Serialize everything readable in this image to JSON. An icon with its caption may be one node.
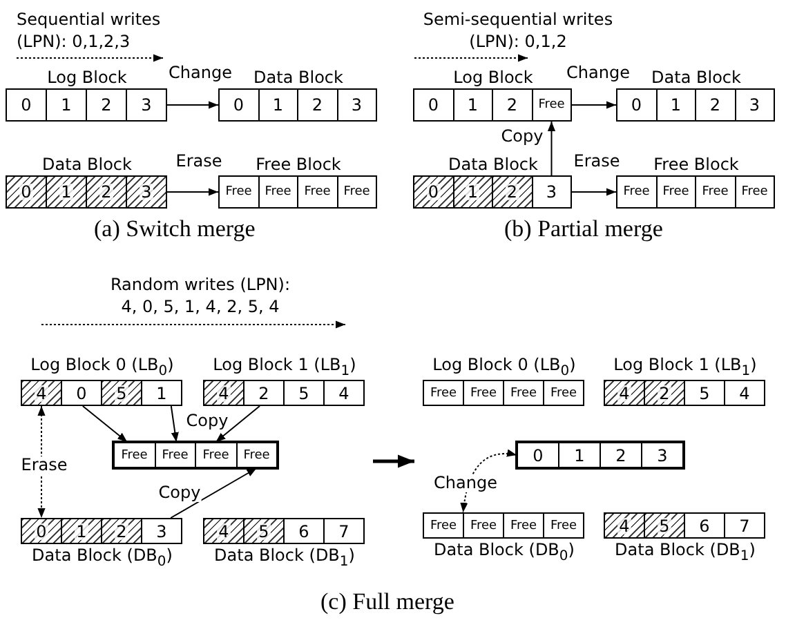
{
  "diagram": {
    "nodes": [
      {
        "text": [
          "Log Block"
        ]
      },
      {
        "text": [
          "0"
        ],
        "in": 0
      },
      {
        "text": [
          "1"
        ],
        "in": 0
      },
      {
        "text": [
          "2"
        ],
        "in": 0
      },
      {
        "text": [
          "3"
        ],
        "in": 0
      },
      {
        "text": [
          "Data Block"
        ]
      },
      {
        "text": [
          "0"
        ],
        "in": 5
      },
      {
        "text": [
          "1"
        ],
        "in": 5
      },
      {
        "text": [
          "2"
        ],
        "in": 5
      },
      {
        "text": [
          "3"
        ],
        "in": 5
      },
      {
        "text": [
          "Data Block"
        ]
      },
      {
        "text": [
          "0"
        ],
        "in": 10
      },
      {
        "text": [
          "1"
        ],
        "in": 10
      },
      {
        "text": [
          "2"
        ],
        "in": 10
      },
      {
        "text": [
          "3"
        ],
        "in": 10
      },
      {
        "text": [
          "Free Block"
        ]
      },
      {
        "text": [
          "Free"
        ],
        "in": 15
      },
      {
        "text": [
          "Free"
        ],
        "in": 15
      },
      {
        "text": [
          "Free"
        ],
        "in": 15
      },
      {
        "text": [
          "Free"
        ],
        "in": 15
      },
      {
        "text": [
          "Log Block"
        ]
      },
      {
        "text": [
          "0"
        ],
        "in": 20
      },
      {
        "text": [
          "1"
        ],
        "in": 20
      },
      {
        "text": [
          "2"
        ],
        "in": 20
      },
      {
        "text": [
          "Free"
        ],
        "in": 20
      },
      {
        "text": [
          "Data Block"
        ]
      },
      {
        "text": [
          "0"
        ],
        "in": 25
      },
      {
        "text": [
          "1"
        ],
        "in": 25
      },
      {
        "text": [
          "2"
        ],
        "in": 25
      },
      {
        "text": [
          "3"
        ],
        "in": 25
      },
      {
        "text": [
          "Data Block"
        ]
      },
      {
        "text": [
          "0"
        ],
        "in": 30
      },
      {
        "text": [
          "1"
        ],
        "in": 30
      },
      {
        "text": [
          "2"
        ],
        "in": 30
      },
      {
        "text": [
          "3"
        ],
        "in": 30
      },
      {
        "text": [
          "Free Block"
        ]
      },
      {
        "text": [
          "Free"
        ],
        "in": 35
      },
      {
        "text": [
          "Free"
        ],
        "in": 35
      },
      {
        "text": [
          "Free"
        ],
        "in": 35
      },
      {
        "text": [
          "Free"
        ],
        "in": 35
      },
      {
        "text": [
          "Log Block 0 (LB$_{0}$)"
        ]
      },
      {
        "text": [
          "4"
        ],
        "in": 40
      },
      {
        "text": [
          "0"
        ],
        "in": 40
      },
      {
        "text": [
          "5"
        ],
        "in": 40
      },
      {
        "text": [
          "1"
        ],
        "in": 40
      },
      {
        "text": [
          "Log Block 1 (LB$_{1}$)"
        ]
      },
      {
        "text": [
          "4"
        ],
        "in": 45
      },
      {
        "text": [
          "2"
        ],
        "in": 45
      },
      {
        "text": [
          "5"
        ],
        "in": 45
      },
      {
        "text": [
          "4"
        ],
        "in": 45
      },
      {
        "text": [],
        "shape": "box"
      },
      {
        "text": [
          "Free"
        ],
        "in": 50
      },
      {
        "text": [
          "Free"
        ],
        "in": 50
      },
      {
        "text": [
          "Free"
        ],
        "in": 50
      },
      {
        "text": [
          "Free"
        ],
        "in": 50
      },
      {
        "text": [
          "Data Block (DB$_{0}$)"
        ]
      },
      {
        "text": [
          "0"
        ],
        "in": 55
      },
      {
        "text": [
          "1"
        ],
        "in": 55
      },
      {
        "text": [
          "2"
        ],
        "in": 55
      },
      {
        "text": [
          "3"
        ],
        "in": 55
      },
      {
        "text": [
          "Data Block (DB$_{1}$)"
        ]
      },
      {
        "text": [
          "4"
        ],
        "in": 60
      },
      {
        "text": [
          "5"
        ],
        "in": 60
      },
      {
        "text": [
          "6"
        ],
        "in": 60
      },
      {
        "text": [
          "7"
        ],
        "in": 60
      },
      {
        "text": [
          "Log Block 0 (LB$_{0}$)"
        ]
      },
      {
        "text": [
          "Free"
        ],
        "in": 65
      },
      {
        "text": [
          "Free"
        ],
        "in": 65
      },
      {
        "text": [
          "Free"
        ],
        "in": 65
      },
      {
        "text": [
          "Free"
        ],
        "in": 65
      },
      {
        "text": [
          "Log Block 1 (LB$_{1}$)"
        ]
      },
      {
        "text": [
          "4"
        ],
        "in": 70
      },
      {
        "text": [
          "2"
        ],
        "in": 70
      },
      {
        "text": [
          "5"
        ],
        "in": 70
      },
      {
        "text": [
          "4"
        ],
        "in": 70
      },
      {
        "text": [],
        "shape": "box"
      },
      {
        "text": [
          "0"
        ],
        "in": 75
      },
      {
        "text": [
          "1"
        ],
        "in": 75
      },
      {
        "text": [
          "2"
        ],
        "in": 75
      },
      {
        "text": [
          "3"
        ],
        "in": 75
      },
      {
        "text": [
          "Data Block (DB$_{0}$)"
        ]
      },
      {
        "text": [
          "Free"
        ],
        "in": 80
      },
      {
        "text": [
          "Free"
        ],
        "in": 80
      },
      {
        "text": [
          "Free"
        ],
        "in": 80
      },
      {
        "text": [
          "Free"
        ],
        "in": 80
      },
      {
        "text": [
          "Data Block (DB$_{1}$)"
        ]
      },
      {
        "text": [
          "4"
        ],
        "in": 85
      },
      {
        "text": [
          "5"
        ],
        "in": 85
      },
      {
        "text": [
          "6"
        ],
        "in": 85
      },
      {
        "text": [
          "7"
        ],
        "in": 85
      }
    ],
    "edges": [
      {
        "from": 0,
        "to": 5,
        "arrow": "to",
        "label": "Change"
      },
      {
        "from": 10,
        "to": 15,
        "arrow": "to",
        "label": "Erase"
      },
      {
        "from": 20,
        "to": 25,
        "arrow": "to",
        "label": "Change"
      },
      {
        "from": 34,
        "to": 24,
        "arrow": "to",
        "label": "Copy"
      },
      {
        "from": 30,
        "to": 35,
        "arrow": "to",
        "label": "Erase"
      },
      {
        "from": 42,
        "to": 51,
        "arrow": "to"
      },
      {
        "from": 44,
        "to": 52,
        "arrow": "to",
        "label": "Copy"
      },
      {
        "from": 47,
        "to": 53,
        "arrow": "to"
      },
      {
        "from": 59,
        "to": 54,
        "arrow": "to",
        "label": "Copy"
      },
      {
        "from": 41,
        "to": 56,
        "arrow": "both",
        "style": "dashed",
        "label": "Erase"
      },
      {
        "from": 75,
        "to": 80,
        "arrow": "both",
        "style": "dashed",
        "label": "Change"
      }
    ],
    "labels": [
      "Sequential writes (LPN): 0,1,2,3",
      "Semi-sequential writes (LPN): 0,1,2",
      "(a) Switch merge",
      "(b) Partial merge",
      "Random writes (LPN): 4, 0, 5, 1, 4, 2, 5, 4",
      "(c) Full merge"
    ]
  }
}
